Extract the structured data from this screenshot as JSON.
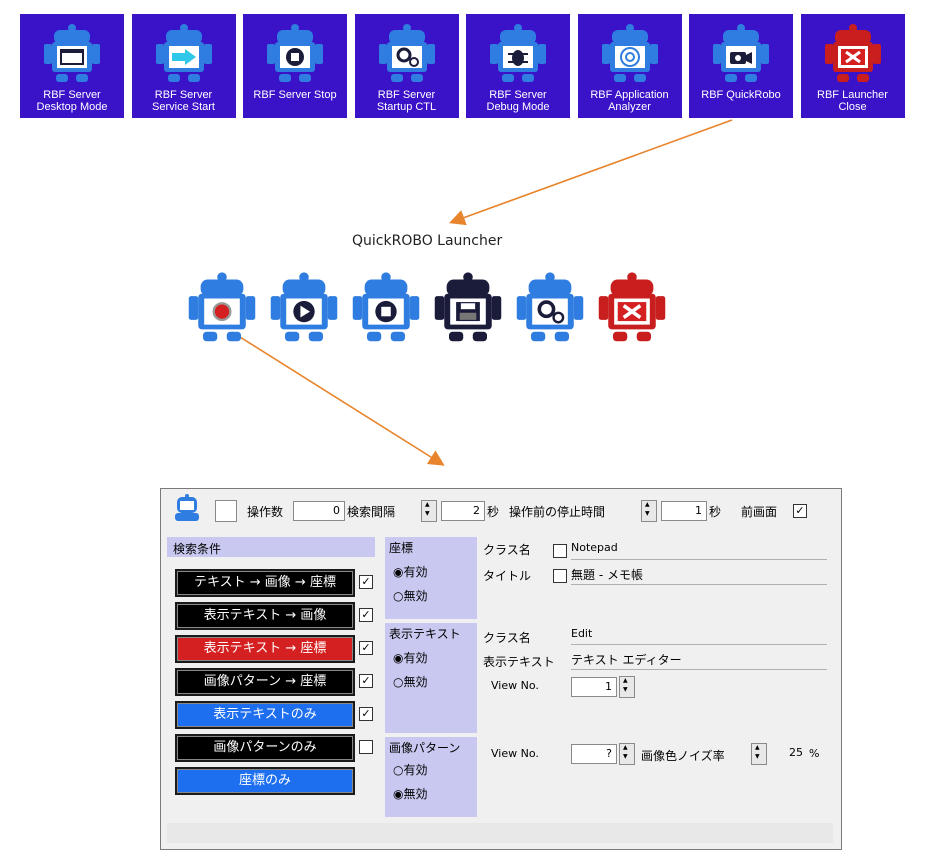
{
  "colors": {
    "tile_bg": "#3a12c8",
    "robot_blue": "#2f7de0",
    "robot_dark": "#1b1b3a",
    "robot_red": "#c81e1e",
    "arrow": "#e8842c",
    "section_bg": "#c8c8f0"
  },
  "tiles": [
    {
      "label": "RBF Server\nDesktop Mode",
      "icon": "desktop-icon",
      "robot": "blue"
    },
    {
      "label": "RBF Server\nService Start",
      "icon": "arrow-right-icon",
      "robot": "blue"
    },
    {
      "label": "RBF Server Stop",
      "icon": "stop-icon",
      "robot": "blue"
    },
    {
      "label": "RBF Server\nStartup CTL",
      "icon": "gear-icon",
      "robot": "blue"
    },
    {
      "label": "RBF Server\nDebug Mode",
      "icon": "bug-icon",
      "robot": "blue"
    },
    {
      "label": "RBF Application\nAnalyzer",
      "icon": "target-icon",
      "robot": "blue"
    },
    {
      "label": "RBF QuickRobo",
      "icon": "camera-icon",
      "robot": "blue"
    },
    {
      "label": "RBF Launcher\nClose",
      "icon": "close-icon",
      "robot": "red"
    }
  ],
  "quickrobo": {
    "title": "QuickROBO Launcher",
    "buttons": [
      {
        "icon": "record-icon",
        "robot": "blue"
      },
      {
        "icon": "play-icon",
        "robot": "blue"
      },
      {
        "icon": "stop-icon",
        "robot": "blue"
      },
      {
        "icon": "save-icon",
        "robot": "dark"
      },
      {
        "icon": "gear-icon",
        "robot": "blue"
      },
      {
        "icon": "close-icon",
        "robot": "red"
      }
    ]
  },
  "dialog": {
    "toolbar": {
      "op_count_label": "操作数",
      "op_count_value": "0",
      "search_interval_label": "検索間隔",
      "search_interval_value": "2",
      "sec1": "秒",
      "pause_label": "操作前の停止時間",
      "pause_value": "1",
      "sec2": "秒",
      "foreground_label": "前画面",
      "foreground_checked": true
    },
    "search_conditions": {
      "title": "検索条件",
      "buttons": [
        {
          "label": "テキスト → 画像 → 座標",
          "color": "#000000",
          "checked": true
        },
        {
          "label": "表示テキスト → 画像",
          "color": "#000000",
          "checked": true
        },
        {
          "label": "表示テキスト → 座標",
          "color": "#d42020",
          "checked": true
        },
        {
          "label": "画像パターン → 座標",
          "color": "#000000",
          "checked": true
        },
        {
          "label": "表示テキストのみ",
          "color": "#1e6ef0",
          "checked": true
        },
        {
          "label": "画像パターンのみ",
          "color": "#000000",
          "checked": false
        },
        {
          "label": "座標のみ",
          "color": "#1e6ef0",
          "checked": null
        }
      ]
    },
    "coords": {
      "title": "座標",
      "enabled": "有効",
      "disabled": "無効",
      "selected": "enabled",
      "class_label": "クラス名",
      "class_value": "Notepad",
      "title_label": "タイトル",
      "title_value": "無題 - メモ帳"
    },
    "display_text": {
      "title": "表示テキスト",
      "enabled": "有効",
      "disabled": "無効",
      "selected": "enabled",
      "class_label": "クラス名",
      "class_value": "Edit",
      "text_label": "表示テキスト",
      "text_value": "テキスト エディター",
      "viewno_label": "View No.",
      "viewno_value": "1"
    },
    "image_pattern": {
      "title": "画像パターン",
      "enabled": "有効",
      "disabled": "無効",
      "selected": "disabled",
      "viewno_label": "View No.",
      "viewno_value": "?",
      "noise_label": "画像色ノイズ率",
      "noise_value": "25",
      "noise_unit": "%"
    }
  }
}
